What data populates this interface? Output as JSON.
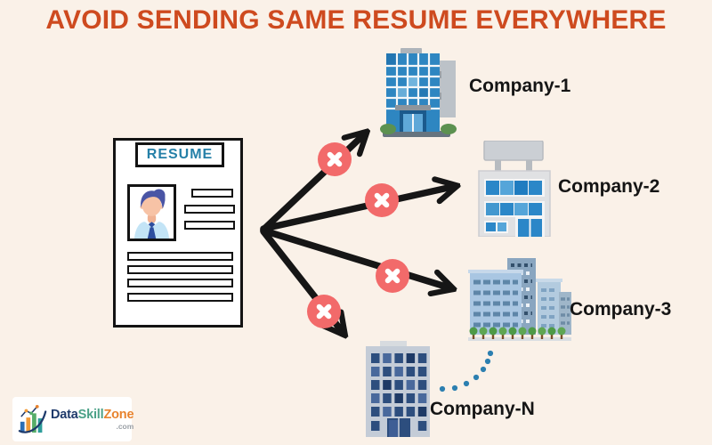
{
  "title": "AVOID SENDING SAME RESUME EVERYWHERE",
  "resume": {
    "header": "RESUME"
  },
  "diagram": {
    "companies": [
      {
        "label": "Company-1"
      },
      {
        "label": "Company-2"
      },
      {
        "label": "Company-3"
      },
      {
        "label": "Company-N"
      }
    ],
    "blocked_icon": "x-circle-icon",
    "arrow_count": 4,
    "continuation_icon": "ellipsis-dots-icon"
  },
  "branding": {
    "name_part1": "Data",
    "name_part2": "Skill",
    "name_part3": "Zone",
    "domain_suffix": ".com"
  },
  "colors": {
    "background": "#FAF1E8",
    "title_text": "#CE4A1F",
    "arrow": "#161616",
    "blocked_badge": "#F26A6A",
    "company_label": "#151515",
    "resume_header_text": "#2580A8",
    "building_blue": "#2E86C1",
    "dotted_line": "#2C7FB0",
    "logo_data": "#1E3A6B",
    "logo_skill": "#4BA187",
    "logo_zone": "#E8832E"
  }
}
